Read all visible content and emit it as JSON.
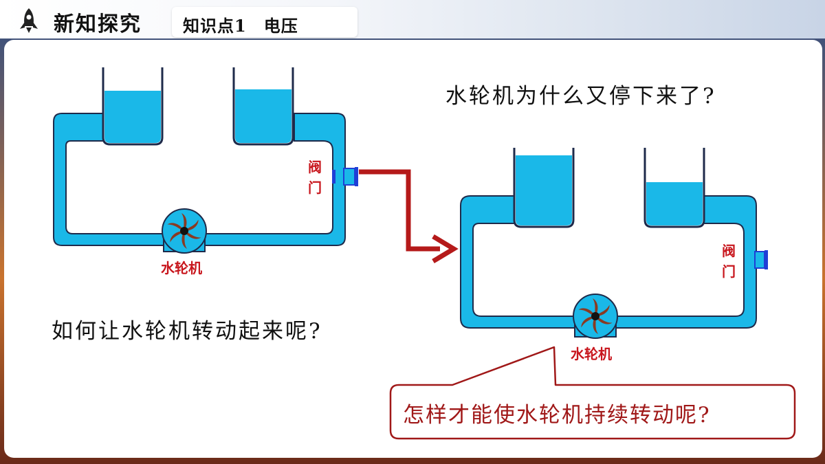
{
  "header": {
    "section_title": "新知探究",
    "topic": "知识点1　电压"
  },
  "diagram_left": {
    "valve_label_1": "阀",
    "valve_label_2": "门",
    "wheel_label": "水轮机"
  },
  "diagram_right": {
    "valve_label_1": "阀",
    "valve_label_2": "门",
    "wheel_label": "水轮机"
  },
  "questions": {
    "top_right": "水轮机为什么又停下来了?",
    "bottom_left": "如何让水轮机转动起来呢?",
    "callout": "怎样才能使水轮机持续转动呢?"
  },
  "colors": {
    "water": "#1ab8e8",
    "pipe_outline": "#1e2a4a",
    "label_red": "#c8161d",
    "arrow_red": "#b51a1a",
    "valve_blue": "#1f3fd6"
  }
}
